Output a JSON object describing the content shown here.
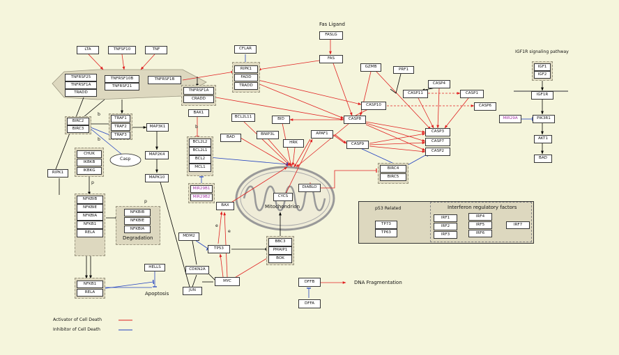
{
  "colors": {
    "background": "#f5f5dc",
    "activator": "#e02020",
    "inhibitor": "#2040c0",
    "binding": "#000000",
    "mirna": "#a030a0",
    "group_fill": "#ddd8bf"
  },
  "genes": {
    "LTA": "LTA",
    "TNFSF10": "TNFSF10",
    "TNF": "TNF",
    "TNFRSF25": "TNFRSF25",
    "TNFRSF1A": "TNFRSF1A",
    "TRADD": "TRADD",
    "TNFRSF10B": "TNFRSF10B",
    "TNFRSF21": "TNFRSF21",
    "TNFRSF1B": "TNFRSF1B",
    "TNFRSF1A_2": "TNFRSF1A",
    "CRADD": "CRADD",
    "CFLAR": "CFLAR",
    "RIPK1_top": "RIPK1",
    "FADD": "FADD",
    "TRADD_2": "TRADD",
    "FASLG": "FASLG",
    "FAS": "FAS",
    "GZMB": "GZMB",
    "PRF1": "PRF1",
    "CASP4": "CASP4",
    "CASP11": "CASP11",
    "CASP1": "CASP1",
    "CASP10": "CASP10",
    "CASP6": "CASP6",
    "BIRC2": "BIRC2",
    "BIRC3": "BIRC3",
    "TRAF1": "TRAF1",
    "TRAF2": "TRAF2",
    "TRAF3": "TRAF3",
    "MAP3K1": "MAP3K1",
    "MAP2K4": "MAP2K4",
    "MAPK10": "MAPK10",
    "BAK1": "BAK1",
    "BCL2L2": "BCL2L2",
    "BCL2L1": "BCL2L1",
    "BCL2": "BCL2",
    "MCL1": "MCL1",
    "MIR29B1": "MIR29B1",
    "MIR29B2": "MIR29B2",
    "BCL2L11": "BCL2L11",
    "BNIP3L": "BNIP3L",
    "BAD": "BAD",
    "HRK": "HRK",
    "BID": "BID",
    "CASP8": "CASP8",
    "APAF1": "APAF1",
    "CASP9": "CASP9",
    "CASP3": "CASP3",
    "CASP7": "CASP7",
    "CASP2": "CASP2",
    "BIRC4": "BIRC4",
    "BIRC5": "BIRC5",
    "DIABLO": "DIABLO",
    "CYCS": "CYCS",
    "BAX": "BAX",
    "CHUK": "CHUK",
    "IKBKB": "IKBKB",
    "IKBKG": "IKBKG",
    "RIPK1": "RIPK1",
    "NFKBIB": "NFKBIB",
    "NFKBIE": "NFKBIE",
    "NFKBIA": "NFKBIA",
    "NFKB1": "NFKB1",
    "RELA": "RELA",
    "NFKBIB_2": "NFKBIB",
    "NFKBIE_2": "NFKBIE",
    "NFKBIA_2": "NFKBIA",
    "MDM2": "MDM2",
    "TP53": "TP53",
    "CDKN2A": "CDKN2A",
    "MYC": "MYC",
    "JUN": "JUN",
    "HELLS": "HELLS",
    "NFKB1_2": "NFKB1",
    "RELA_2": "RELA",
    "BBC3": "BBC3",
    "PMAIP1": "PMAIP1",
    "BOK": "BOK",
    "DFFB": "DFFB",
    "DFFA": "DFFA",
    "TP73": "TP73",
    "TP63": "TP63",
    "IRF1": "IRF1",
    "IRF2": "IRF2",
    "IRF3": "IRF3",
    "IRF4": "IRF4",
    "IRF5": "IRF5",
    "IRF6": "IRF6",
    "IRF7": "IRF7",
    "IGF1": "IGF1",
    "IGF2": "IGF2",
    "IGF1R": "IGF1R",
    "MIR29A": "MIR29A",
    "PIK3R1": "PIK3R1",
    "AKT1": "AKT1",
    "BAD_2": "BAD"
  },
  "labels": {
    "fas_ligand": "Fas Ligand",
    "igf1r_pathway": "IGF1R signaling pathway",
    "casp": "Casp",
    "mitochondrion": "Mitochondrion",
    "degradation": "Degradation",
    "apoptosis": "Apoptosis",
    "dna_fragmentation": "DNA Fragmentation",
    "p53_related": "p53 Related",
    "irf_title": "Interferon regulatory factors",
    "legend_activator": "Activator of Cell Death",
    "legend_inhibitor": "Inhibitor of Cell Death",
    "edge_b1": "b",
    "edge_b2": "b",
    "edge_b3": "b",
    "edge_p1": "p",
    "edge_p2": "p",
    "edge_e1": "e",
    "edge_e2": "e"
  }
}
